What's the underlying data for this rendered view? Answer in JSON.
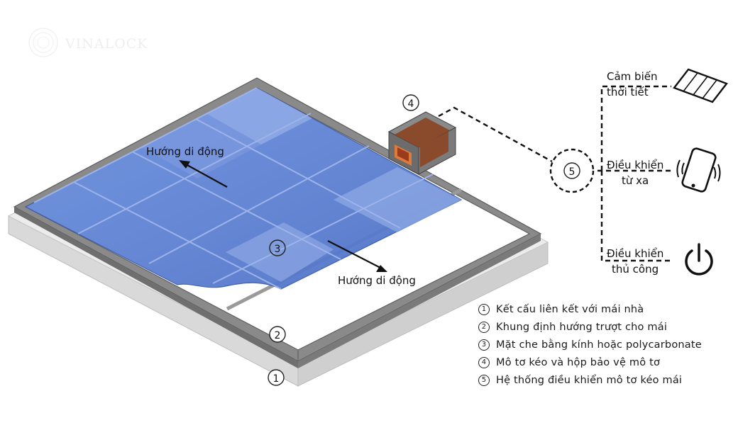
{
  "watermark": {
    "text": "VINALOCK"
  },
  "labels": {
    "direction_left": "Hướng di động",
    "direction_right": "Hướng di động",
    "sensor_line1": "Cảm biến",
    "sensor_line2": "thời tiết",
    "remote_line1": "Điều khiển",
    "remote_line2": "từ xa",
    "manual_line1": "Điều khiển",
    "manual_line2": "thủ công"
  },
  "markers": {
    "m1": "1",
    "m2": "2",
    "m3": "3",
    "m4": "4",
    "m5": "5"
  },
  "legend": [
    {
      "num": "1",
      "text": "Kết cấu liên kết với mái nhà"
    },
    {
      "num": "2",
      "text": "Khung định hướng trượt cho mái"
    },
    {
      "num": "3",
      "text": "Mặt che bằng kính hoặc polycarbonate"
    },
    {
      "num": "4",
      "text": "Mô tơ kéo và hộp bảo vệ mô tơ"
    },
    {
      "num": "5",
      "text": "Hệ thống điều khiển mô tơ kéo mái"
    }
  ],
  "colors": {
    "panel_blue": "#5b7fd0",
    "panel_light": "#8ea8e4",
    "frame_gray": "#7d7d7d",
    "base_light": "#e4e4e4",
    "motor_box": "#6f6f6f",
    "motor_inner": "#8a4a2c"
  },
  "icons": [
    "solar-panel-icon",
    "smartphone-icon",
    "power-icon"
  ]
}
